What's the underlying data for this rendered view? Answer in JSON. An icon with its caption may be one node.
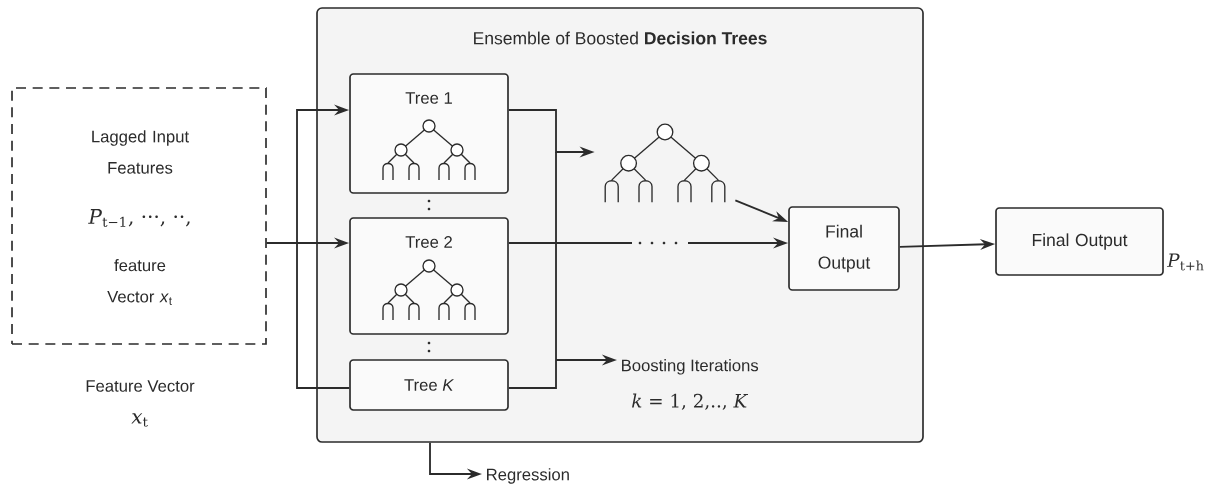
{
  "diagram": {
    "nodes": [
      {
        "text": [
          "Ensemble of Boosted **Decision Trees**"
        ]
      },
      {
        "text": [
          "Lagged Input Features",
          "*P*$_{t−1}$, ···, ··,",
          "feature Vector *x*$_{t}$"
        ],
        "beside": [
          "Feature Vector",
          "*x*$_{t}$"
        ]
      },
      {
        "text": [
          "Tree 1"
        ],
        "in": 0
      },
      {
        "text": [
          "Tree 2"
        ],
        "in": 0
      },
      {
        "text": [
          "Tree *K*"
        ],
        "in": 0
      },
      {
        "text": [],
        "shape": "picture",
        "in": 0
      },
      {
        "text": [
          "Final Output"
        ],
        "in": 0
      },
      {
        "text": [
          "Boosting Iterations",
          "*k* = 1, 2,.., *K*"
        ],
        "in": 0
      },
      {
        "text": [
          "Final Output"
        ],
        "beside": [
          "*P*$_{t+h}$"
        ]
      },
      {
        "text": [
          "Regression"
        ]
      }
    ],
    "edges": [
      {
        "from": 1,
        "to": 2,
        "arrow": "to"
      },
      {
        "from": 1,
        "to": 3,
        "arrow": "to"
      },
      {
        "from": 1,
        "to": 4,
        "arrow": "none"
      },
      {
        "from": 2,
        "to": 5,
        "arrow": "to"
      },
      {
        "from": 3,
        "to": 6,
        "arrow": "to"
      },
      {
        "from": 4,
        "to": 7,
        "arrow": "to"
      },
      {
        "from": 5,
        "to": 6,
        "arrow": "to"
      },
      {
        "from": 6,
        "to": 8,
        "arrow": "to"
      },
      {
        "from": 0,
        "to": 9,
        "arrow": "to"
      }
    ]
  }
}
